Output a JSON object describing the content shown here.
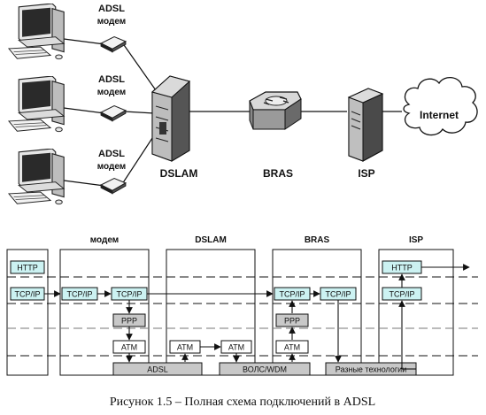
{
  "network": {
    "modem_label_line1": "ADSL",
    "modem_label_line2": "модем",
    "dslam_label": "DSLAM",
    "bras_label": "BRAS",
    "isp_label": "ISP",
    "cloud_label": "Internet"
  },
  "stack": {
    "col_headers": {
      "modem": "модем",
      "dslam": "DSLAM",
      "bras": "BRAS",
      "isp": "ISP"
    },
    "boxes": {
      "pc_http": "HTTP",
      "pc_tcpip": "TCP/IP",
      "modem_tcpip_1": "TCP/IP",
      "modem_tcpip_2": "TCP/IP",
      "modem_ppp": "PPP",
      "modem_atm": "ATM",
      "adsl": "ADSL",
      "dslam_atm_1": "ATM",
      "dslam_atm_2": "ATM",
      "fiber": "ВОЛС/WDM",
      "bras_tcpip_1": "TCP/IP",
      "bras_tcpip_2": "TCP/IP",
      "bras_ppp": "PPP",
      "bras_atm": "ATM",
      "other_tech": "Разные технологии",
      "isp_http": "HTTP",
      "isp_tcpip": "TCP/IP"
    }
  },
  "caption": "Рисунок 1.5 – Полная схема подключений в ADSL",
  "colors": {
    "cyan_box": "#ccf2f2",
    "gray_box": "#c8c8c8",
    "line": "#111111"
  }
}
